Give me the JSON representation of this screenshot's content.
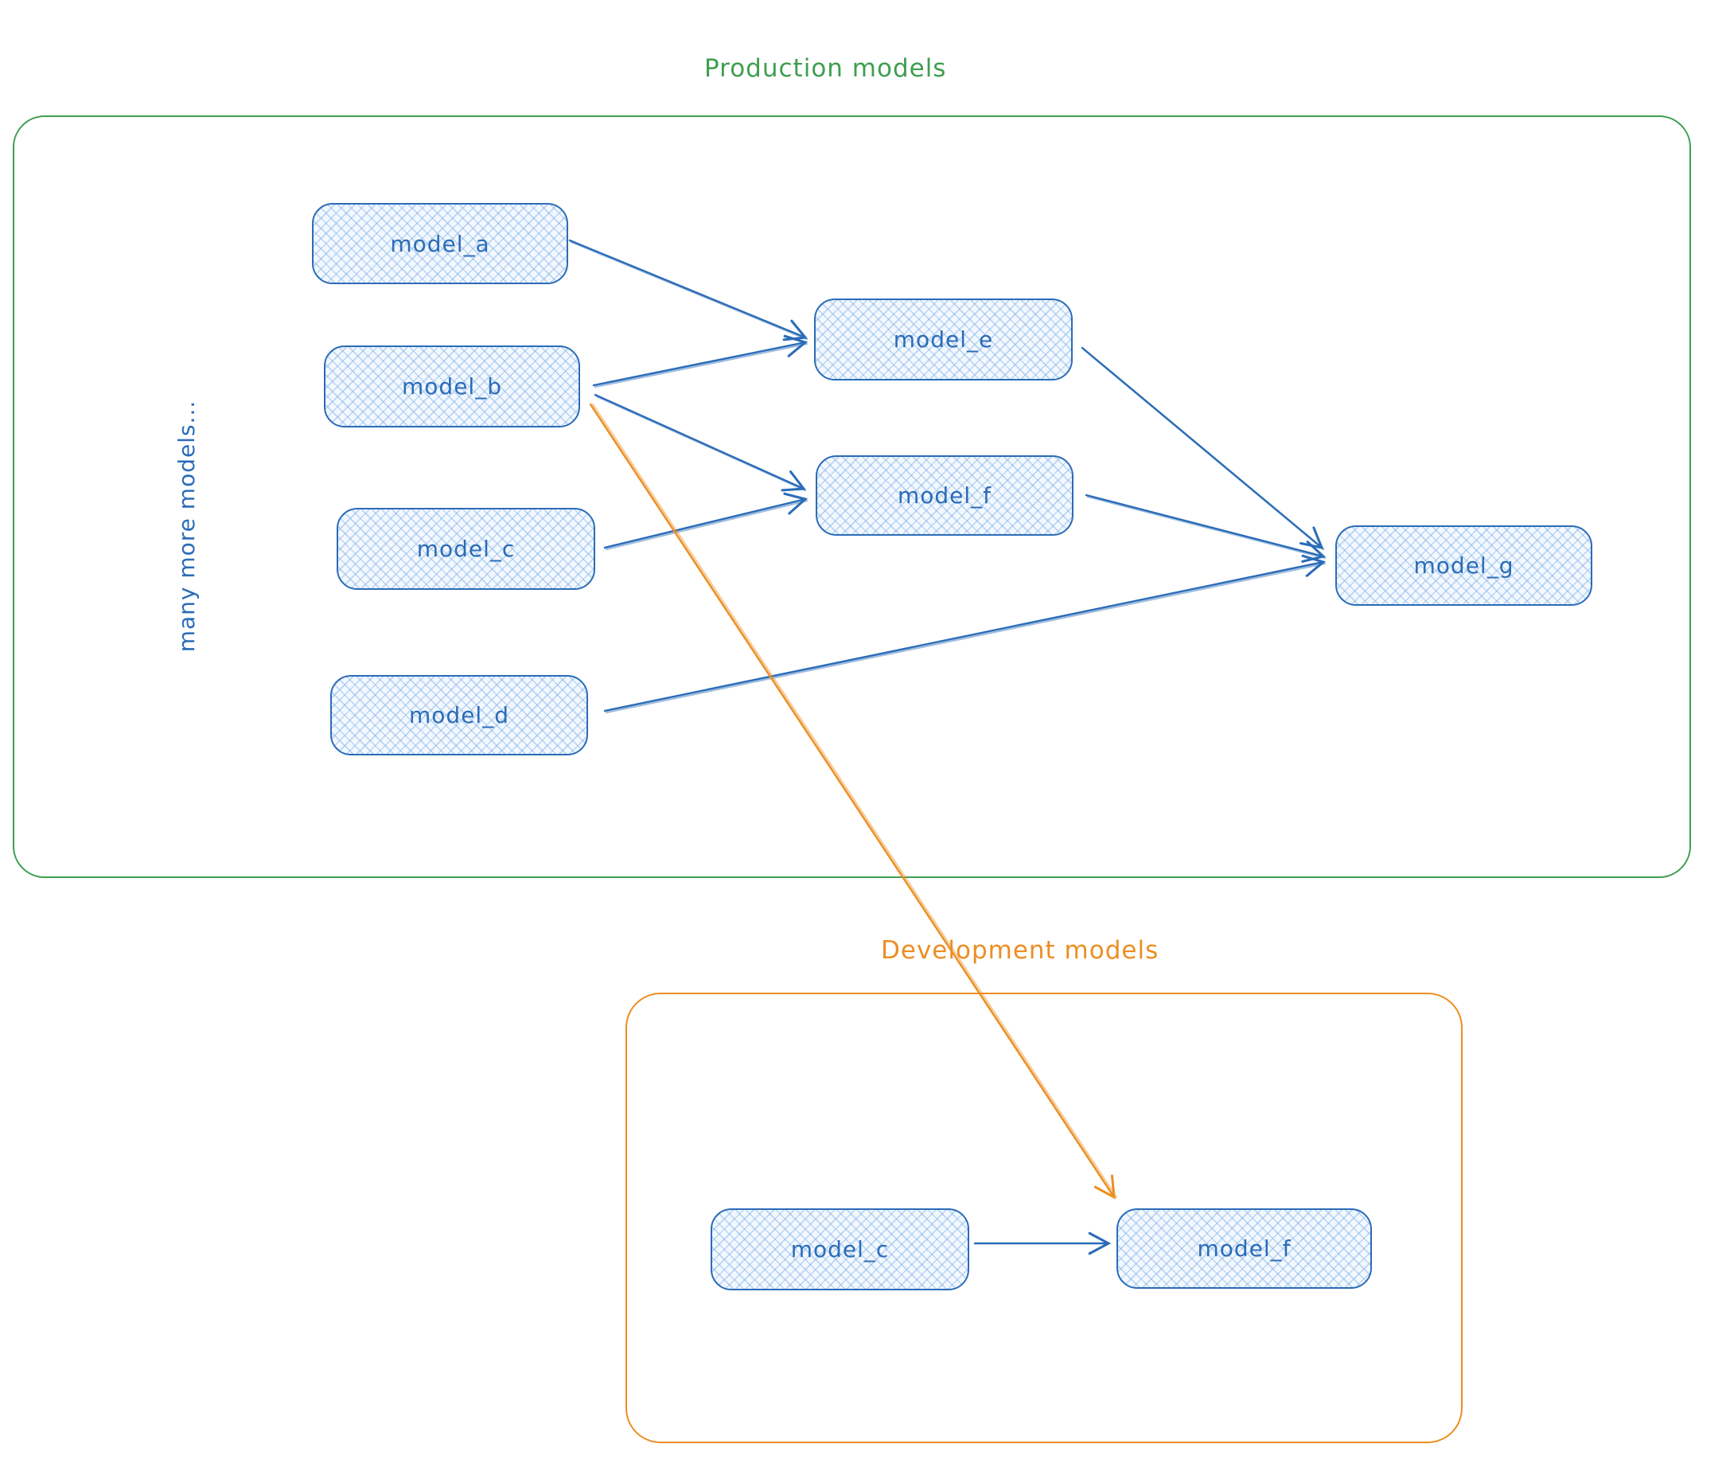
{
  "diagram": {
    "background_color": "#ffffff",
    "node_stroke_color": "#2b6cb8",
    "node_fill_style": "light-blue cross-hatch",
    "groups": [
      {
        "id": "production",
        "title": "Production models",
        "border_color": "#3f9e50",
        "side_label": "many more models...",
        "nodes": [
          "model_a",
          "model_b",
          "model_c",
          "model_d",
          "model_e",
          "model_f",
          "model_g"
        ],
        "edges": [
          {
            "from": "model_a",
            "to": "model_e"
          },
          {
            "from": "model_b",
            "to": "model_e"
          },
          {
            "from": "model_b",
            "to": "model_f"
          },
          {
            "from": "model_c",
            "to": "model_f"
          },
          {
            "from": "model_d",
            "to": "model_g"
          },
          {
            "from": "model_e",
            "to": "model_g"
          },
          {
            "from": "model_f",
            "to": "model_g"
          }
        ]
      },
      {
        "id": "development",
        "title": "Development models",
        "border_color": "#ec8e22",
        "nodes": [
          "model_c",
          "model_f"
        ],
        "edges": [
          {
            "from": "model_c",
            "to": "model_f"
          }
        ]
      }
    ],
    "cross_edges": [
      {
        "from": "production/model_b",
        "to": "development/model_f",
        "color": "#ec8e22"
      }
    ]
  }
}
